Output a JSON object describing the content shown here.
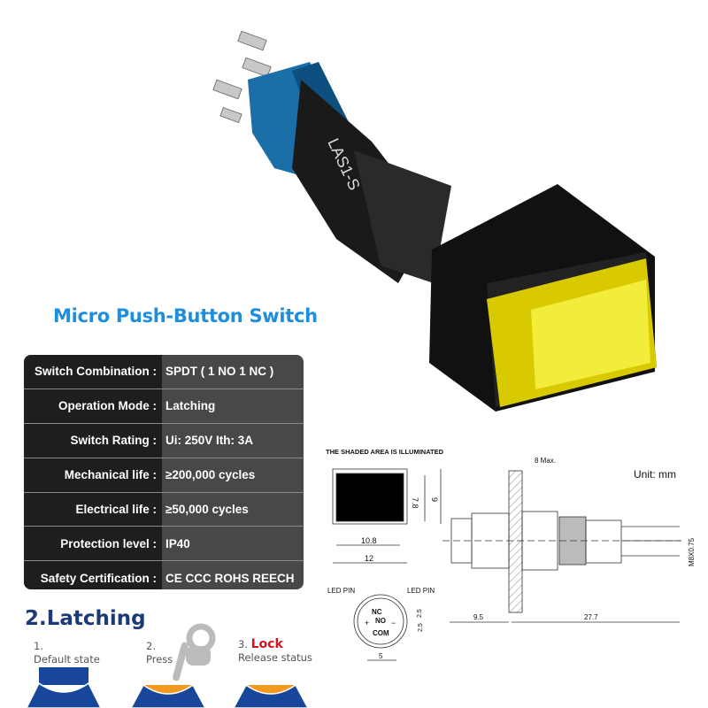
{
  "product": {
    "title": "Micro Push-Button Switch",
    "body_marking": "LAS1-S",
    "colors": {
      "title": "#1e8ede",
      "cap": "#f2ec3a",
      "base": "#1a6fa8"
    }
  },
  "specs": [
    {
      "label": "Switch Combination :",
      "value": "SPDT ( 1 NO 1 NC )"
    },
    {
      "label": "Operation Mode :",
      "value": "Latching"
    },
    {
      "label": "Switch Rating :",
      "value": "Ui: 250V  Ith: 3A"
    },
    {
      "label": "Mechanical life :",
      "value": "≥200,000 cycles"
    },
    {
      "label": "Electrical life :",
      "value": "≥50,000 cycles"
    },
    {
      "label": "Protection level  :",
      "value": "IP40"
    },
    {
      "label": "Safety Certification :",
      "value": "CE  CCC ROHS REECH"
    }
  ],
  "diagram": {
    "note": "THE SHADED AREA IS ILLUMINATED",
    "unit": "Unit: mm",
    "dims": {
      "inner_w": "10.8",
      "outer_w": "12",
      "inner_h": "7.8",
      "outer_h": "9",
      "panel": "8 Max.",
      "front": "9.5",
      "body": "27.7",
      "thread": "M8X0.75",
      "pin_pitch_a": "2.5",
      "pin_pitch_b": "2.5",
      "pin_spacing": "5"
    },
    "pins": {
      "led_left": "LED PIN",
      "led_right": "LED PIN",
      "nc": "NC",
      "no": "NO",
      "com": "COM",
      "plus": "+",
      "minus": "−"
    }
  },
  "latching": {
    "title": "2.Latching",
    "steps": [
      {
        "num": "1.",
        "label": "Default state"
      },
      {
        "num": "2.",
        "label": "Press"
      },
      {
        "num": "3.",
        "highlight": "Lock",
        "label": "Release status"
      }
    ],
    "colors": {
      "base": "#17469a",
      "pressed": "#f39a1e",
      "lock": "#d9111b"
    }
  }
}
